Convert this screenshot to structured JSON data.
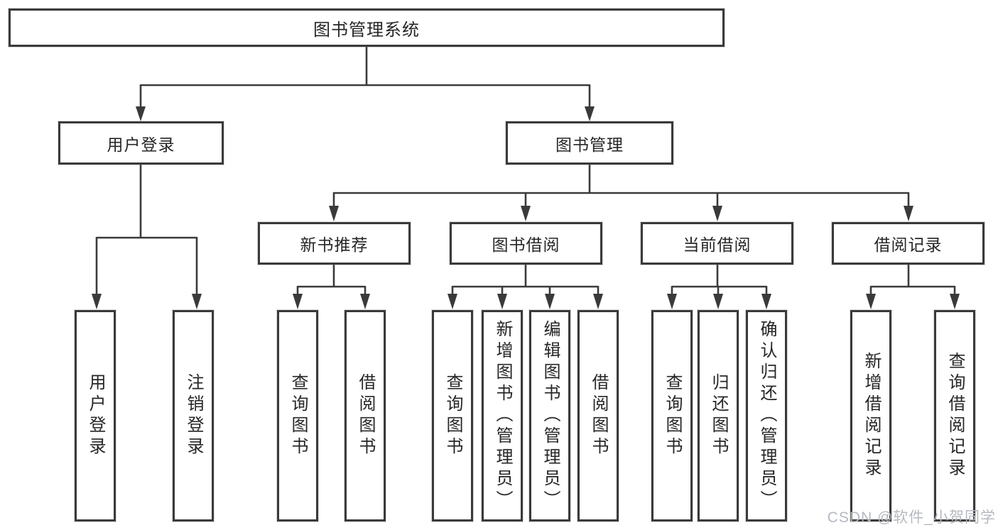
{
  "title": "图书管理系统",
  "watermark": {
    "text": "CSDN @软件_小贺同学"
  },
  "colors": {
    "background": "#ffffff",
    "line": "#3a3a3a",
    "box_border": "#3a3a3a",
    "text": "#262626",
    "watermark": "#b5b9c0"
  },
  "tree": {
    "root": {
      "label": "图书管理系统"
    },
    "branches": [
      {
        "label": "用户登录",
        "children": [
          {
            "label": "用户登录"
          },
          {
            "label": "注销登录"
          }
        ]
      },
      {
        "label": "图书管理",
        "children": [
          {
            "label": "新书推荐",
            "children": [
              {
                "label": "查询图书"
              },
              {
                "label": "借阅图书"
              }
            ]
          },
          {
            "label": "图书借阅",
            "children": [
              {
                "label": "查询图书"
              },
              {
                "label": "新增图书（管理员）"
              },
              {
                "label": "编辑图书（管理员）"
              },
              {
                "label": "借阅图书"
              }
            ]
          },
          {
            "label": "当前借阅",
            "children": [
              {
                "label": "查询图书"
              },
              {
                "label": "归还图书"
              },
              {
                "label": "确认归还（管理员）"
              }
            ]
          },
          {
            "label": "借阅记录",
            "children": [
              {
                "label": "新增借阅记录"
              },
              {
                "label": "查询借阅记录"
              }
            ]
          }
        ]
      }
    ]
  }
}
